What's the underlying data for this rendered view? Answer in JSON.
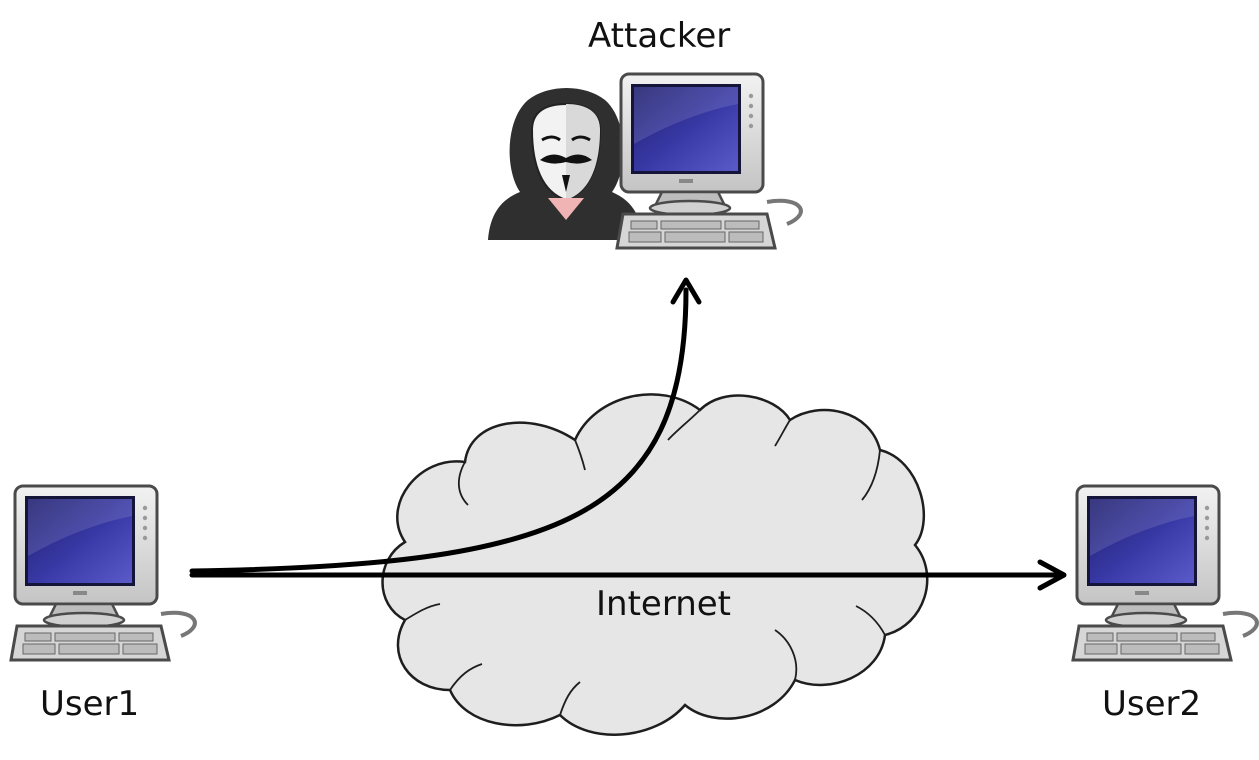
{
  "nodes": {
    "attacker": {
      "label": "Attacker",
      "icon": "hooded-hacker-mask-icon"
    },
    "user1": {
      "label": "User1",
      "icon": "desktop-computer-icon"
    },
    "user2": {
      "label": "User2",
      "icon": "desktop-computer-icon"
    }
  },
  "network": {
    "label": "Internet",
    "icon": "cloud-icon"
  },
  "edges": [
    {
      "name": "user1-to-user2",
      "from": "User1",
      "to": "User2"
    },
    {
      "name": "user1-to-attacker",
      "from": "User1",
      "to": "Attacker"
    }
  ],
  "colors": {
    "cloud_fill": "#e6e6e6",
    "outline": "#2a2a2a",
    "screen": "#26268a",
    "monitor_body": "#d8d8d8",
    "arrow": "#000000"
  }
}
